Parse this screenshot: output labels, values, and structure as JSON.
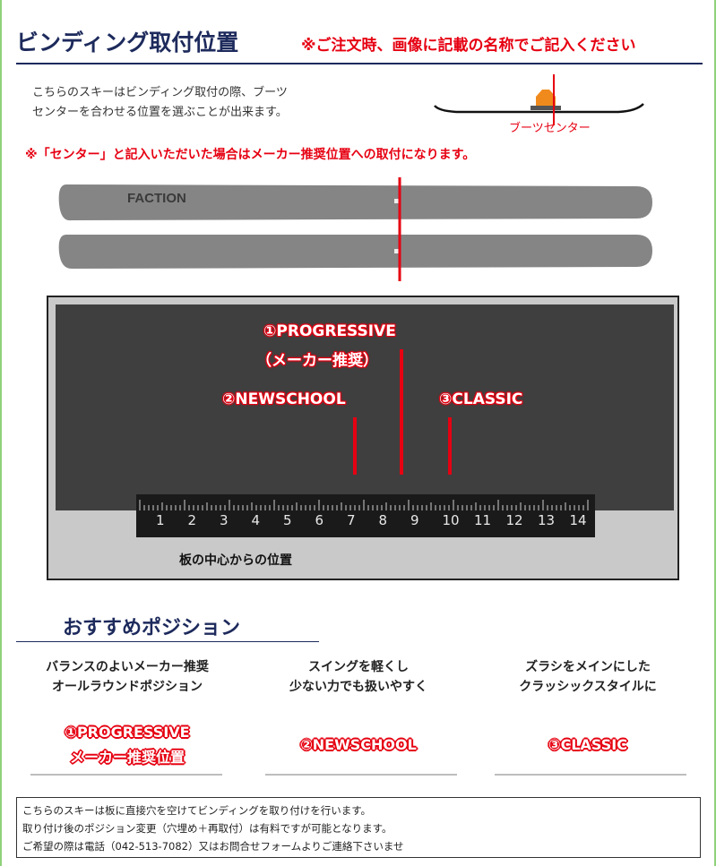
{
  "header": {
    "title": "ビンディング取付位置",
    "notice": "※ご注文時、画像に記載の名称でご記入ください"
  },
  "intro": {
    "line1": "こちらのスキーはビンディング取付の際、ブーツ",
    "line2": "センターを合わせる位置を選ぶことが出来ます。",
    "boot_center_label": "ブーツセンター"
  },
  "center_note": "※「センター」と記入いただいた場合はメーカー推奨位置への取付になります。",
  "skis": {
    "brand": "FACTION"
  },
  "positions": {
    "progressive_label": "①PROGRESSIVE",
    "progressive_sub": "（メーカー推奨）",
    "newschool_label": "②NEWSCHOOL",
    "classic_label": "③CLASSIC",
    "ruler_numbers": [
      "1",
      "2",
      "3",
      "4",
      "5",
      "6",
      "7",
      "8",
      "9",
      "10",
      "11",
      "12",
      "13",
      "14"
    ],
    "caption": "板の中心からの位置"
  },
  "recommend": {
    "title": "おすすめポジション",
    "columns": [
      {
        "desc1": "バランスのよいメーカー推奨",
        "desc2": "オールラウンドポジション",
        "badge1": "①PROGRESSIVE",
        "badge2": "メーカー推奨位置"
      },
      {
        "desc1": "スイングを軽くし",
        "desc2": "少ない力でも扱いやすく",
        "badge1": "②NEWSCHOOL",
        "badge2": ""
      },
      {
        "desc1": "ズラシをメインにした",
        "desc2": "クラッシックスタイルに",
        "badge1": "③CLASSIC",
        "badge2": ""
      }
    ]
  },
  "footer": {
    "line1": "こちらのスキーは板に直接穴を空けてビンディングを取り付けを行います。",
    "line2": "取り付け後のポジション変更（穴埋め＋再取付）は有料ですが可能となります。",
    "line3": "ご希望の際は電話（042-513-7082）又はお問合せフォームよりご連絡下さいませ"
  },
  "colors": {
    "navy": "#1d2a5c",
    "red": "#e60012",
    "ski_gray": "#858585",
    "panel_dark": "#3f3f3f"
  }
}
